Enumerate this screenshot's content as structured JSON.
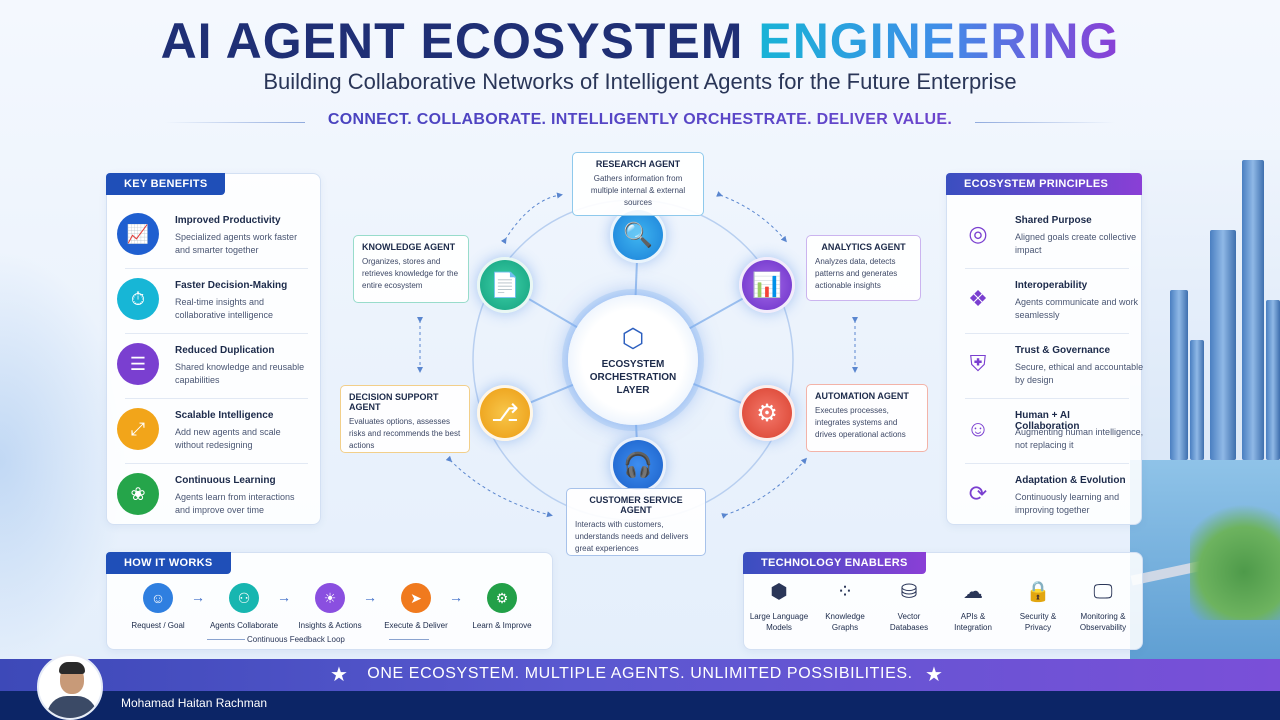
{
  "header": {
    "title_main": "AI AGENT ECOSYSTEM ",
    "title_accent": "ENGINEERING",
    "subtitle": "Building Collaborative Networks of Intelligent Agents for the Future Enterprise",
    "tagline": "CONNECT. COLLABORATE. INTELLIGENTLY ORCHESTRATE. DELIVER VALUE."
  },
  "key_benefits": {
    "heading": "KEY BENEFITS",
    "items": [
      {
        "title": "Improved Productivity",
        "desc": "Specialized agents work faster and smarter together",
        "icon": "chart-icon",
        "color": "#1f5fd0"
      },
      {
        "title": "Faster Decision-Making",
        "desc": "Real-time insights and collaborative intelligence",
        "icon": "clock-icon",
        "color": "#17b6d6"
      },
      {
        "title": "Reduced Duplication",
        "desc": "Shared knowledge and reusable capabilities",
        "icon": "layers-icon",
        "color": "#7a3fd0"
      },
      {
        "title": "Scalable Intelligence",
        "desc": "Add new agents and scale without redesigning",
        "icon": "expand-icon",
        "color": "#f2a51a"
      },
      {
        "title": "Continuous Learning",
        "desc": "Agents learn from interactions and improve over time",
        "icon": "brain-icon",
        "color": "#25a54a"
      }
    ]
  },
  "principles": {
    "heading": "ECOSYSTEM PRINCIPLES",
    "items": [
      {
        "title": "Shared Purpose",
        "desc": "Aligned goals create collective impact",
        "icon": "target-icon"
      },
      {
        "title": "Interoperability",
        "desc": "Agents communicate and work seamlessly",
        "icon": "puzzle-icon"
      },
      {
        "title": "Trust & Governance",
        "desc": "Secure, ethical and accountable by design",
        "icon": "shield-icon"
      },
      {
        "title": "Human + AI Collaboration",
        "desc": "Augmenting human intelligence, not replacing it",
        "icon": "people-icon"
      },
      {
        "title": "Adaptation & Evolution",
        "desc": "Continuously learning and improving together",
        "icon": "cycle-icon"
      }
    ]
  },
  "core": {
    "label": "ECOSYSTEM ORCHESTRATION LAYER",
    "icon": "network-icon"
  },
  "agents": {
    "research": {
      "title": "RESEARCH AGENT",
      "desc": "Gathers information from multiple internal & external sources",
      "color": "#17a4de"
    },
    "analytics": {
      "title": "ANALYTICS AGENT",
      "desc": "Analyzes data, detects patterns and generates actionable insights",
      "color": "#8a46d6"
    },
    "automation": {
      "title": "AUTOMATION AGENT",
      "desc": "Executes processes, integrates systems and drives operational actions",
      "color": "#e8503a"
    },
    "customer": {
      "title": "CUSTOMER SERVICE AGENT",
      "desc": "Interacts with customers, understands needs and delivers great experiences",
      "color": "#1e6fd6"
    },
    "decision": {
      "title": "DECISION SUPPORT AGENT",
      "desc": "Evaluates options, assesses risks and recommends the best actions",
      "color": "#f0a11a"
    },
    "knowledge": {
      "title": "KNOWLEDGE AGENT",
      "desc": "Organizes, stores and retrieves knowledge for the entire ecosystem",
      "color": "#1bb39a"
    }
  },
  "how_it_works": {
    "heading": "HOW IT WORKS",
    "steps": [
      {
        "label": "Request / Goal",
        "icon": "user-icon",
        "color": "#2f7fe0"
      },
      {
        "label": "Agents Collaborate",
        "icon": "team-icon",
        "color": "#17b6b0"
      },
      {
        "label": "Insights & Actions",
        "icon": "bulb-icon",
        "color": "#8a4fe0"
      },
      {
        "label": "Execute & Deliver",
        "icon": "rocket-icon",
        "color": "#f07a1e"
      },
      {
        "label": "Learn & Improve",
        "icon": "gear-icon",
        "color": "#22a048"
      }
    ],
    "loop": "Continuous Feedback Loop"
  },
  "tech_enablers": {
    "heading": "TECHNOLOGY ENABLERS",
    "items": [
      {
        "label": "Large Language Models",
        "icon": "llm-icon"
      },
      {
        "label": "Knowledge Graphs",
        "icon": "graph-icon"
      },
      {
        "label": "Vector Databases",
        "icon": "database-icon"
      },
      {
        "label": "APIs & Integration",
        "icon": "cloud-icon"
      },
      {
        "label": "Security & Privacy",
        "icon": "lock-icon"
      },
      {
        "label": "Monitoring & Observability",
        "icon": "monitor-icon"
      }
    ]
  },
  "footer": {
    "banner": "ONE ECOSYSTEM. MULTIPLE AGENTS. UNLIMITED POSSIBILITIES.",
    "author": "Mohamad Haitan Rachman"
  }
}
